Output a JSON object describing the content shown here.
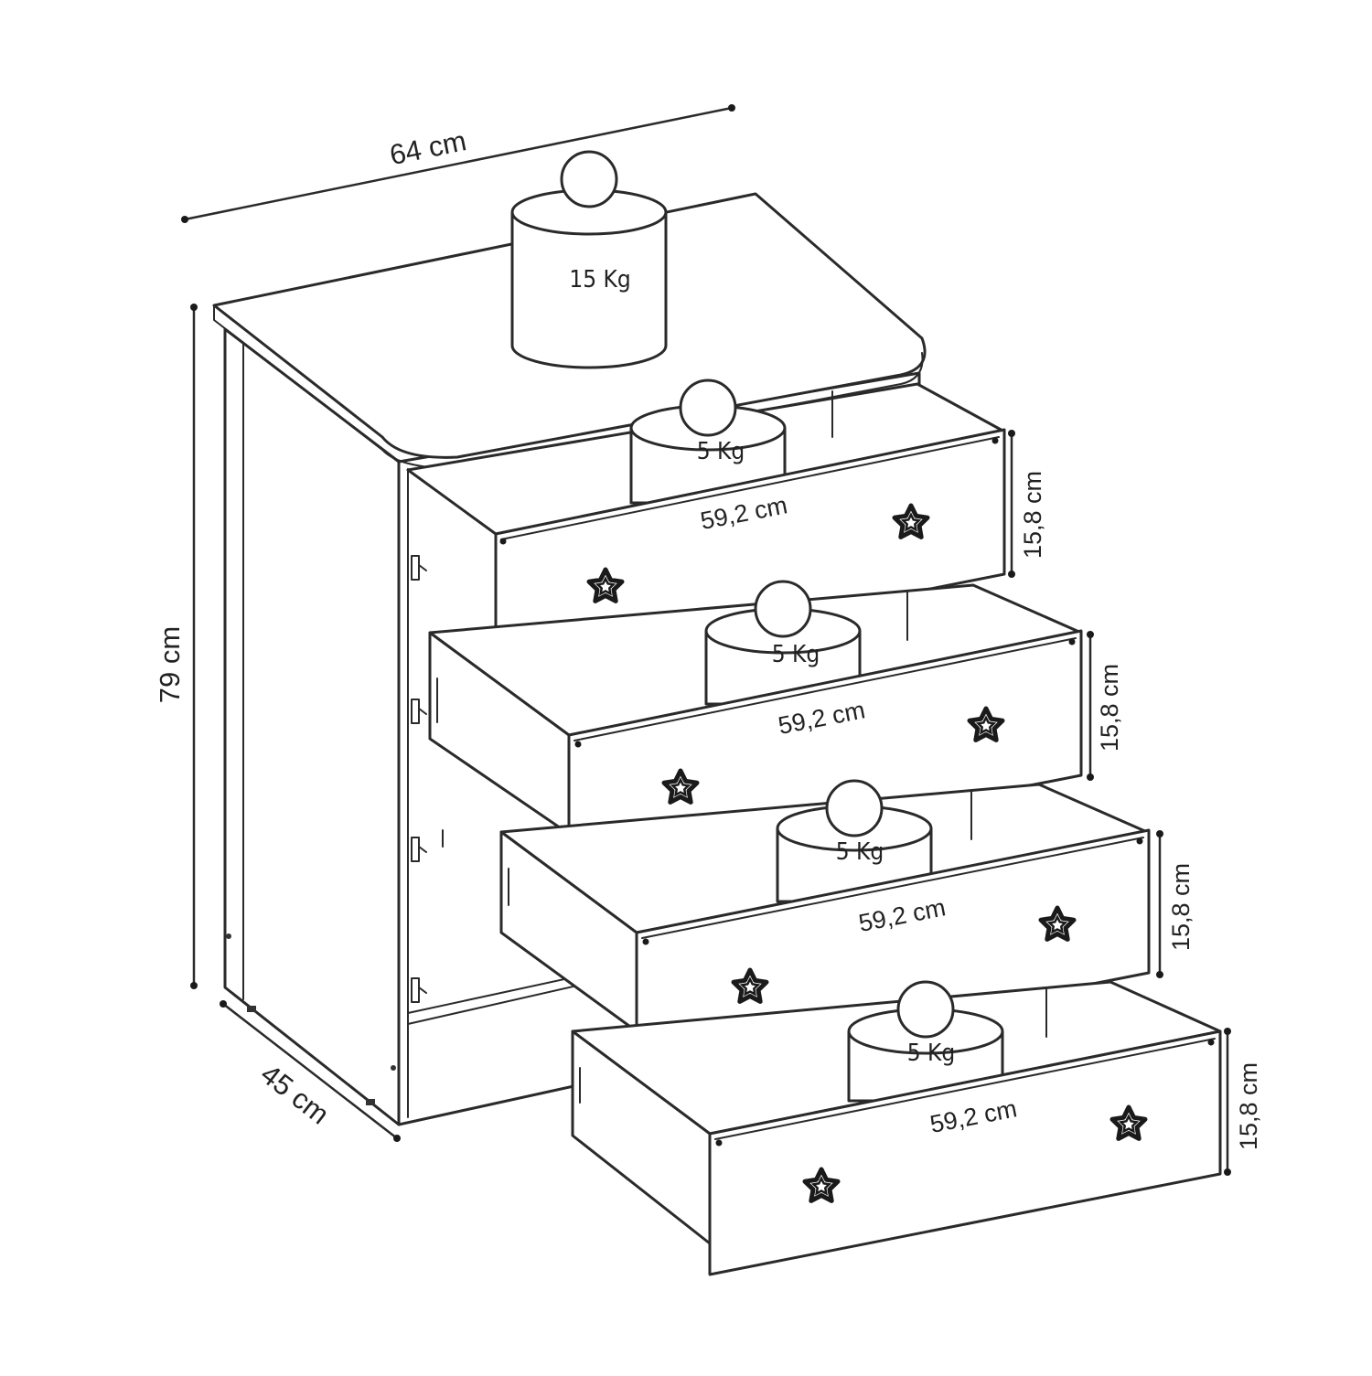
{
  "dimensions": {
    "width": "64 cm",
    "height": "79 cm",
    "depth": "45 cm"
  },
  "top_load": "15 Kg",
  "drawers": [
    {
      "load": "5 Kg",
      "width": "59,2 cm",
      "height": "15,8 cm"
    },
    {
      "load": "5 Kg",
      "width": "59,2 cm",
      "height": "15,8 cm"
    },
    {
      "load": "5 Kg",
      "width": "59,2 cm",
      "height": "15,8 cm"
    },
    {
      "load": "5 Kg",
      "width": "59,2 cm",
      "height": "15,8 cm"
    }
  ],
  "icons": [
    "weight-icon",
    "star-handle-icon"
  ]
}
